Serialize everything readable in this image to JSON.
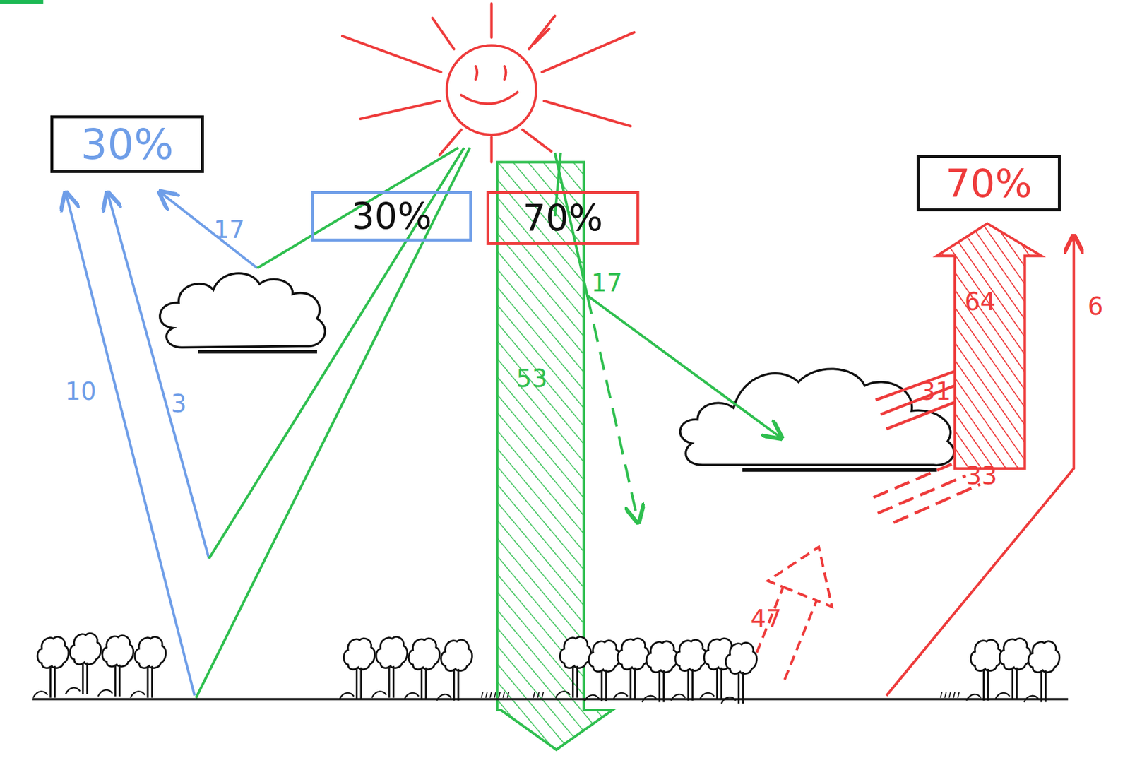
{
  "diagram": {
    "nodes": [
      {
        "text": [
          "30%"
        ]
      },
      {
        "text": [
          "30%"
        ]
      },
      {
        "text": [
          "70%"
        ]
      },
      {
        "text": [
          "70%"
        ]
      }
    ],
    "labels": [
      "17",
      "10",
      "3",
      "17",
      "53",
      "64",
      "31",
      "33",
      "47",
      "6"
    ]
  }
}
